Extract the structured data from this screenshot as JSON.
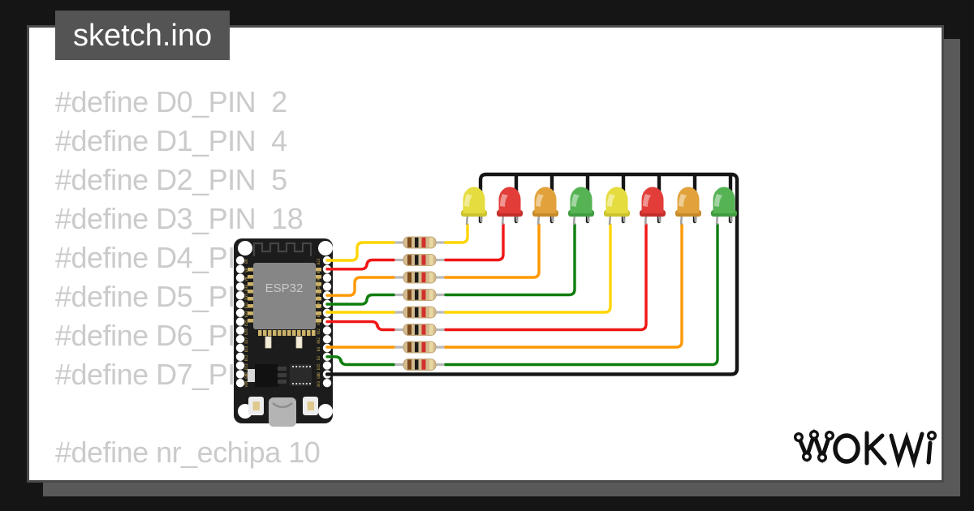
{
  "title_tab": {
    "label": "sketch.ino"
  },
  "editor": {
    "code_lines": [
      "#define D0_PIN  2",
      "#define D1_PIN  4",
      "#define D2_PIN  5",
      "#define D3_PIN  18",
      "#define D4_PIN",
      "#define D5_PIN",
      "#define D6_PIN",
      "#define D7_PIN",
      "",
      "#define nr_echipa 10"
    ]
  },
  "board": {
    "name": "ESP32 DevKit",
    "chip_label": "ESP32",
    "left_pins": [
      "EN",
      "VP",
      "VN",
      "D34",
      "D35",
      "D32",
      "D33",
      "D25",
      "D26",
      "D27",
      "D14",
      "D12",
      "D13",
      "GND",
      "VIN"
    ],
    "right_pins": [
      "D23",
      "D22",
      "TX0",
      "RX0",
      "D21",
      "D19",
      "D18",
      "D5",
      "TX2",
      "RX2",
      "D4",
      "D2",
      "D15",
      "GND",
      "3V3"
    ]
  },
  "circuit": {
    "leds": [
      {
        "color": "yellow"
      },
      {
        "color": "red"
      },
      {
        "color": "orange"
      },
      {
        "color": "green"
      },
      {
        "color": "yellow"
      },
      {
        "color": "red"
      },
      {
        "color": "orange"
      },
      {
        "color": "green"
      }
    ],
    "resistors": {
      "count": 8,
      "bands": [
        "brown",
        "black",
        "red",
        "gold"
      ]
    },
    "wires": [
      {
        "color": "yellow",
        "pin": "D23"
      },
      {
        "color": "red",
        "pin": "D22"
      },
      {
        "color": "orange",
        "pin": "D21"
      },
      {
        "color": "green",
        "pin": "D19"
      },
      {
        "color": "yellow",
        "pin": "D18"
      },
      {
        "color": "red",
        "pin": "D5"
      },
      {
        "color": "orange",
        "pin": "D4"
      },
      {
        "color": "green",
        "pin": "D2"
      },
      {
        "color": "black",
        "pin": "GND"
      }
    ],
    "wire_palette": {
      "yellow": "#ffd500",
      "red": "#f01616",
      "orange": "#ff9800",
      "green": "#0e7d0e",
      "black": "#151515"
    },
    "led_palette": {
      "yellow": {
        "body": "#e5dc3f",
        "dark": "#cdc32c"
      },
      "red": {
        "body": "#e23d38",
        "dark": "#c42f2c"
      },
      "orange": {
        "body": "#e1a23b",
        "dark": "#c78a29"
      },
      "green": {
        "body": "#55b354",
        "dark": "#3f9c40"
      }
    },
    "resistor_colors": {
      "body": "#d3bb8f",
      "stroke": "#b89a69",
      "lead": "#b9b9b9",
      "bands": [
        "#7a4a1e",
        "#1c1c1c",
        "#d2302c",
        "#e8d9a2"
      ]
    }
  },
  "logo": {
    "text": "WOKWI"
  },
  "theme": {
    "background": "#151515",
    "canvas": "#ffffff",
    "shadow": "#595959",
    "tab_bg": "#545454",
    "tab_text": "#ffffff",
    "code_text": "#cbcbcb",
    "border": "#4a4a4a"
  }
}
